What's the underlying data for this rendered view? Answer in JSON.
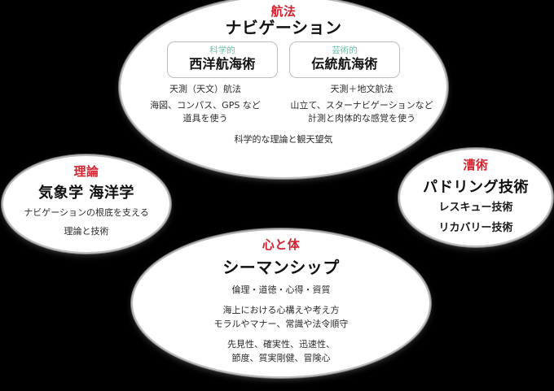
{
  "background_color": "#000000",
  "ellipse_color": "#ffffff",
  "accent_red": "#d4232f",
  "accent_teal": "#6fbfae",
  "navigation": {
    "category": "航法",
    "title": "ナビゲーション",
    "cards": [
      {
        "tag": "科学的",
        "name": "西洋航海術",
        "detail_lead": "天測（天文）航法",
        "detail_line1": "海図、コンパス、GPS など",
        "detail_line2": "道具を使う"
      },
      {
        "tag": "芸術的",
        "name": "伝統航海術",
        "detail_lead": "天測＋地文航法",
        "detail_line1": "山立て、スターナビゲーションなど",
        "detail_line2": "計測と肉体的な感覚を使う"
      }
    ],
    "footer": "科学的な理論と観天望気"
  },
  "theory": {
    "category": "理論",
    "title": "気象学 海洋学",
    "desc_line1": "ナビゲーションの根底を支える",
    "desc_line2": "理論と技術"
  },
  "paddling": {
    "category": "漕術",
    "title": "パドリング技術",
    "items_line1": "レスキュー技術",
    "items_line2": "リカバリー技術"
  },
  "mind_body": {
    "category": "心と体",
    "title": "シーマンシップ",
    "line1": "倫理・道徳・心得・資質",
    "block2_line1": "海上における心構えや考え方",
    "block2_line2": "モラルやマナー、常識や法令順守",
    "block3_line1": "先見性、確実性、迅速性、",
    "block3_line2": "節度、質実剛健、冒険心"
  }
}
